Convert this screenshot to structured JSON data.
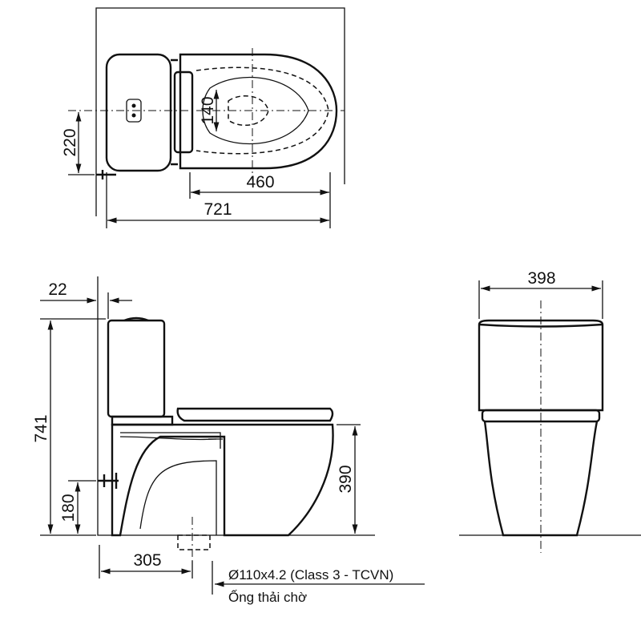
{
  "top_view": {
    "dims": {
      "width_seat": "460",
      "total_length": "721",
      "inlet_height": "220",
      "outlet_gap": "140"
    }
  },
  "side_view": {
    "dims": {
      "wall_gap": "22",
      "total_height": "741",
      "seat_height": "390",
      "inlet_height": "180",
      "outlet_distance": "305"
    }
  },
  "front_view": {
    "dims": {
      "width": "398"
    }
  },
  "pipe_note": {
    "spec": "Ø110x4.2 (Class 3 - TCVN)",
    "label": "Ống thải chờ"
  }
}
